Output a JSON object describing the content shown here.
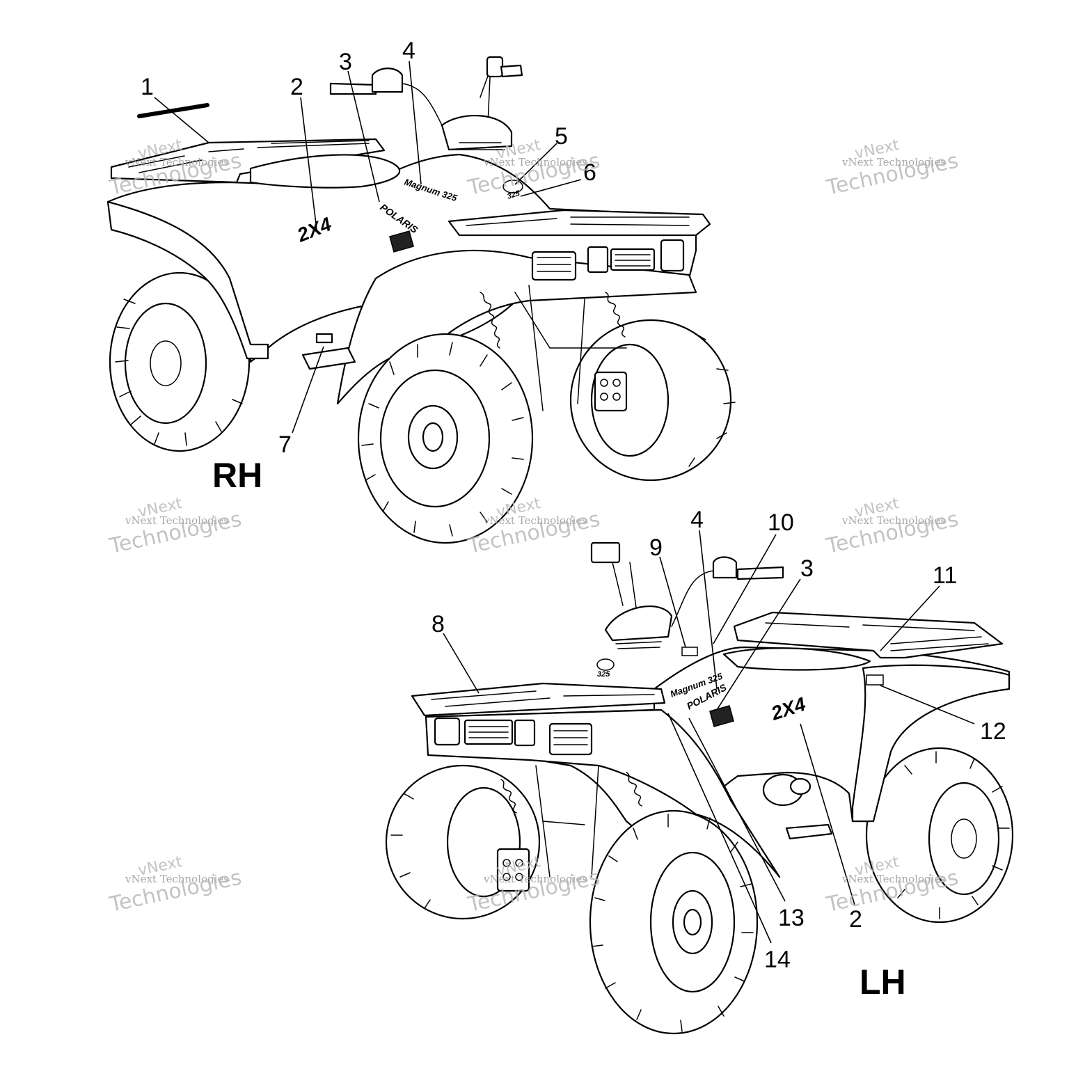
{
  "views": {
    "rh": {
      "label": "RH"
    },
    "lh": {
      "label": "LH"
    }
  },
  "callouts": {
    "rh": [
      "1",
      "2",
      "3",
      "4",
      "5",
      "6",
      "7"
    ],
    "lh": [
      "8",
      "9",
      "4",
      "10",
      "3",
      "11",
      "12",
      "13",
      "14",
      "2"
    ]
  },
  "decals": {
    "model": "Magnum 325",
    "brand": "POLARIS",
    "drive": "2X4",
    "badge": "325"
  },
  "watermark": {
    "short": "vNext Technologies",
    "line1": "vNext",
    "line2": "Technologies"
  }
}
